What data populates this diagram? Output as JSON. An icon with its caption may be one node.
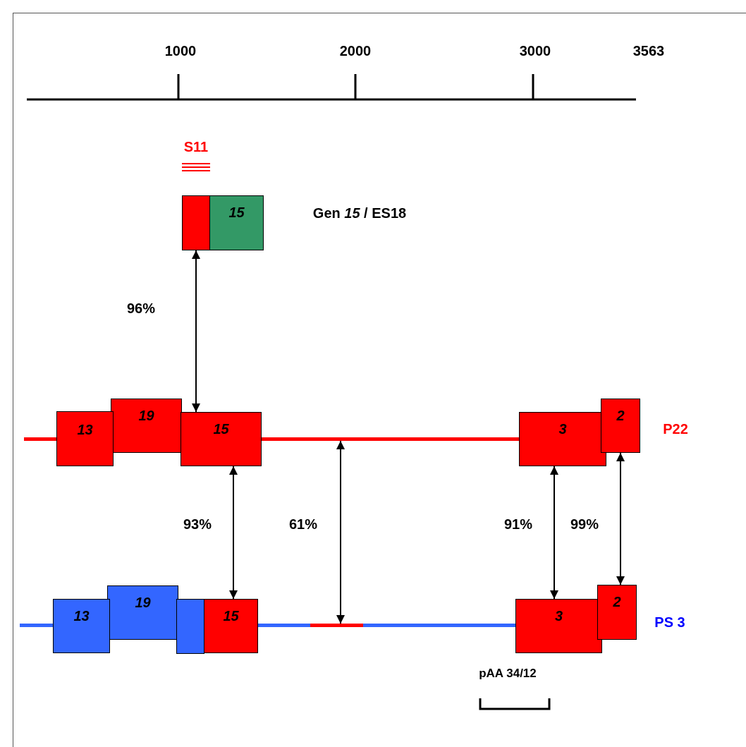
{
  "diagram": {
    "nodes": [
      {
        "text": [],
        "shape": "box"
      },
      {
        "text": [
          "15"
        ]
      },
      {
        "text": [
          "13"
        ]
      },
      {
        "text": [
          "19"
        ]
      },
      {
        "text": [
          "15"
        ]
      },
      {
        "text": [],
        "shape": "bar"
      },
      {
        "text": [
          "3"
        ]
      },
      {
        "text": [
          "2"
        ]
      },
      {
        "text": [
          "13"
        ]
      },
      {
        "text": [
          "19"
        ]
      },
      {
        "text": [],
        "shape": "box"
      },
      {
        "text": [
          "15"
        ]
      },
      {
        "text": [],
        "shape": "bar"
      },
      {
        "text": [
          "3"
        ]
      },
      {
        "text": [
          "2"
        ]
      }
    ],
    "edges": [
      {
        "from": 0,
        "to": 4,
        "arrow": "both",
        "label": "96%"
      },
      {
        "from": 4,
        "to": 11,
        "arrow": "both",
        "label": "93%"
      },
      {
        "from": 5,
        "to": 12,
        "arrow": "both",
        "label": "61%"
      },
      {
        "from": 6,
        "to": 13,
        "arrow": "both",
        "label": "91%"
      },
      {
        "from": 7,
        "to": 14,
        "arrow": "both",
        "label": "99%"
      }
    ],
    "labels": [
      "1000",
      "2000",
      "3000",
      "3563",
      "S11",
      "Gen *15* / ES18",
      "P22",
      "PS 3",
      "pAA 34/12"
    ]
  }
}
